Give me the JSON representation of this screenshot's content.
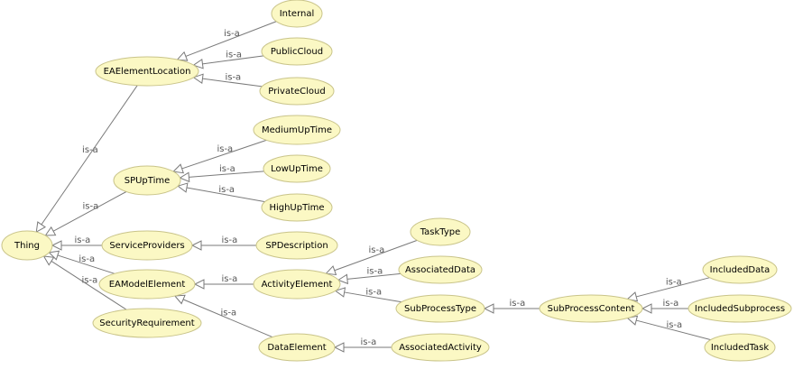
{
  "nodes": {
    "thing": "Thing",
    "eaelementlocation": "EAElementLocation",
    "internal": "Internal",
    "publiccloud": "PublicCloud",
    "privatecloud": "PrivateCloud",
    "spuptime": "SPUpTime",
    "mediumuptime": "MediumUpTime",
    "lowuptime": "LowUpTime",
    "highuptime": "HighUpTime",
    "serviceproviders": "ServiceProviders",
    "spdescription": "SPDescription",
    "eamodelelement": "EAModelElement",
    "activityelement": "ActivityElement",
    "tasktype": "TaskType",
    "associateddata": "AssociatedData",
    "subprocesstype": "SubProcessType",
    "subprocesscontent": "SubProcessContent",
    "includeddata": "IncludedData",
    "includedsubprocess": "IncludedSubprocess",
    "includedtask": "IncludedTask",
    "dataelement": "DataElement",
    "associatedactivity": "AssociatedActivity",
    "securityrequirement": "SecurityRequirement"
  },
  "edges": [
    {
      "from": "eaelementlocation",
      "to": "thing",
      "label": "is-a"
    },
    {
      "from": "spuptime",
      "to": "thing",
      "label": "is-a"
    },
    {
      "from": "serviceproviders",
      "to": "thing",
      "label": "is-a"
    },
    {
      "from": "eamodelelement",
      "to": "thing",
      "label": "is-a"
    },
    {
      "from": "securityrequirement",
      "to": "thing",
      "label": "is-a"
    },
    {
      "from": "internal",
      "to": "eaelementlocation",
      "label": "is-a"
    },
    {
      "from": "publiccloud",
      "to": "eaelementlocation",
      "label": "is-a"
    },
    {
      "from": "privatecloud",
      "to": "eaelementlocation",
      "label": "is-a"
    },
    {
      "from": "mediumuptime",
      "to": "spuptime",
      "label": "is-a"
    },
    {
      "from": "lowuptime",
      "to": "spuptime",
      "label": "is-a"
    },
    {
      "from": "highuptime",
      "to": "spuptime",
      "label": "is-a"
    },
    {
      "from": "spdescription",
      "to": "serviceproviders",
      "label": "is-a"
    },
    {
      "from": "activityelement",
      "to": "eamodelelement",
      "label": "is-a"
    },
    {
      "from": "dataelement",
      "to": "eamodelelement",
      "label": "is-a"
    },
    {
      "from": "tasktype",
      "to": "activityelement",
      "label": "is-a"
    },
    {
      "from": "associateddata",
      "to": "activityelement",
      "label": "is-a"
    },
    {
      "from": "subprocesstype",
      "to": "activityelement",
      "label": "is-a"
    },
    {
      "from": "subprocesscontent",
      "to": "subprocesstype",
      "label": "is-a"
    },
    {
      "from": "includeddata",
      "to": "subprocesscontent",
      "label": "is-a"
    },
    {
      "from": "includedsubprocess",
      "to": "subprocesscontent",
      "label": "is-a"
    },
    {
      "from": "includedtask",
      "to": "subprocesscontent",
      "label": "is-a"
    },
    {
      "from": "associatedactivity",
      "to": "dataelement",
      "label": "is-a"
    }
  ],
  "colors": {
    "node_fill": "#fbf8c4",
    "node_stroke": "#c9c48a",
    "edge": "#7a7a7a",
    "label": "#555555"
  }
}
